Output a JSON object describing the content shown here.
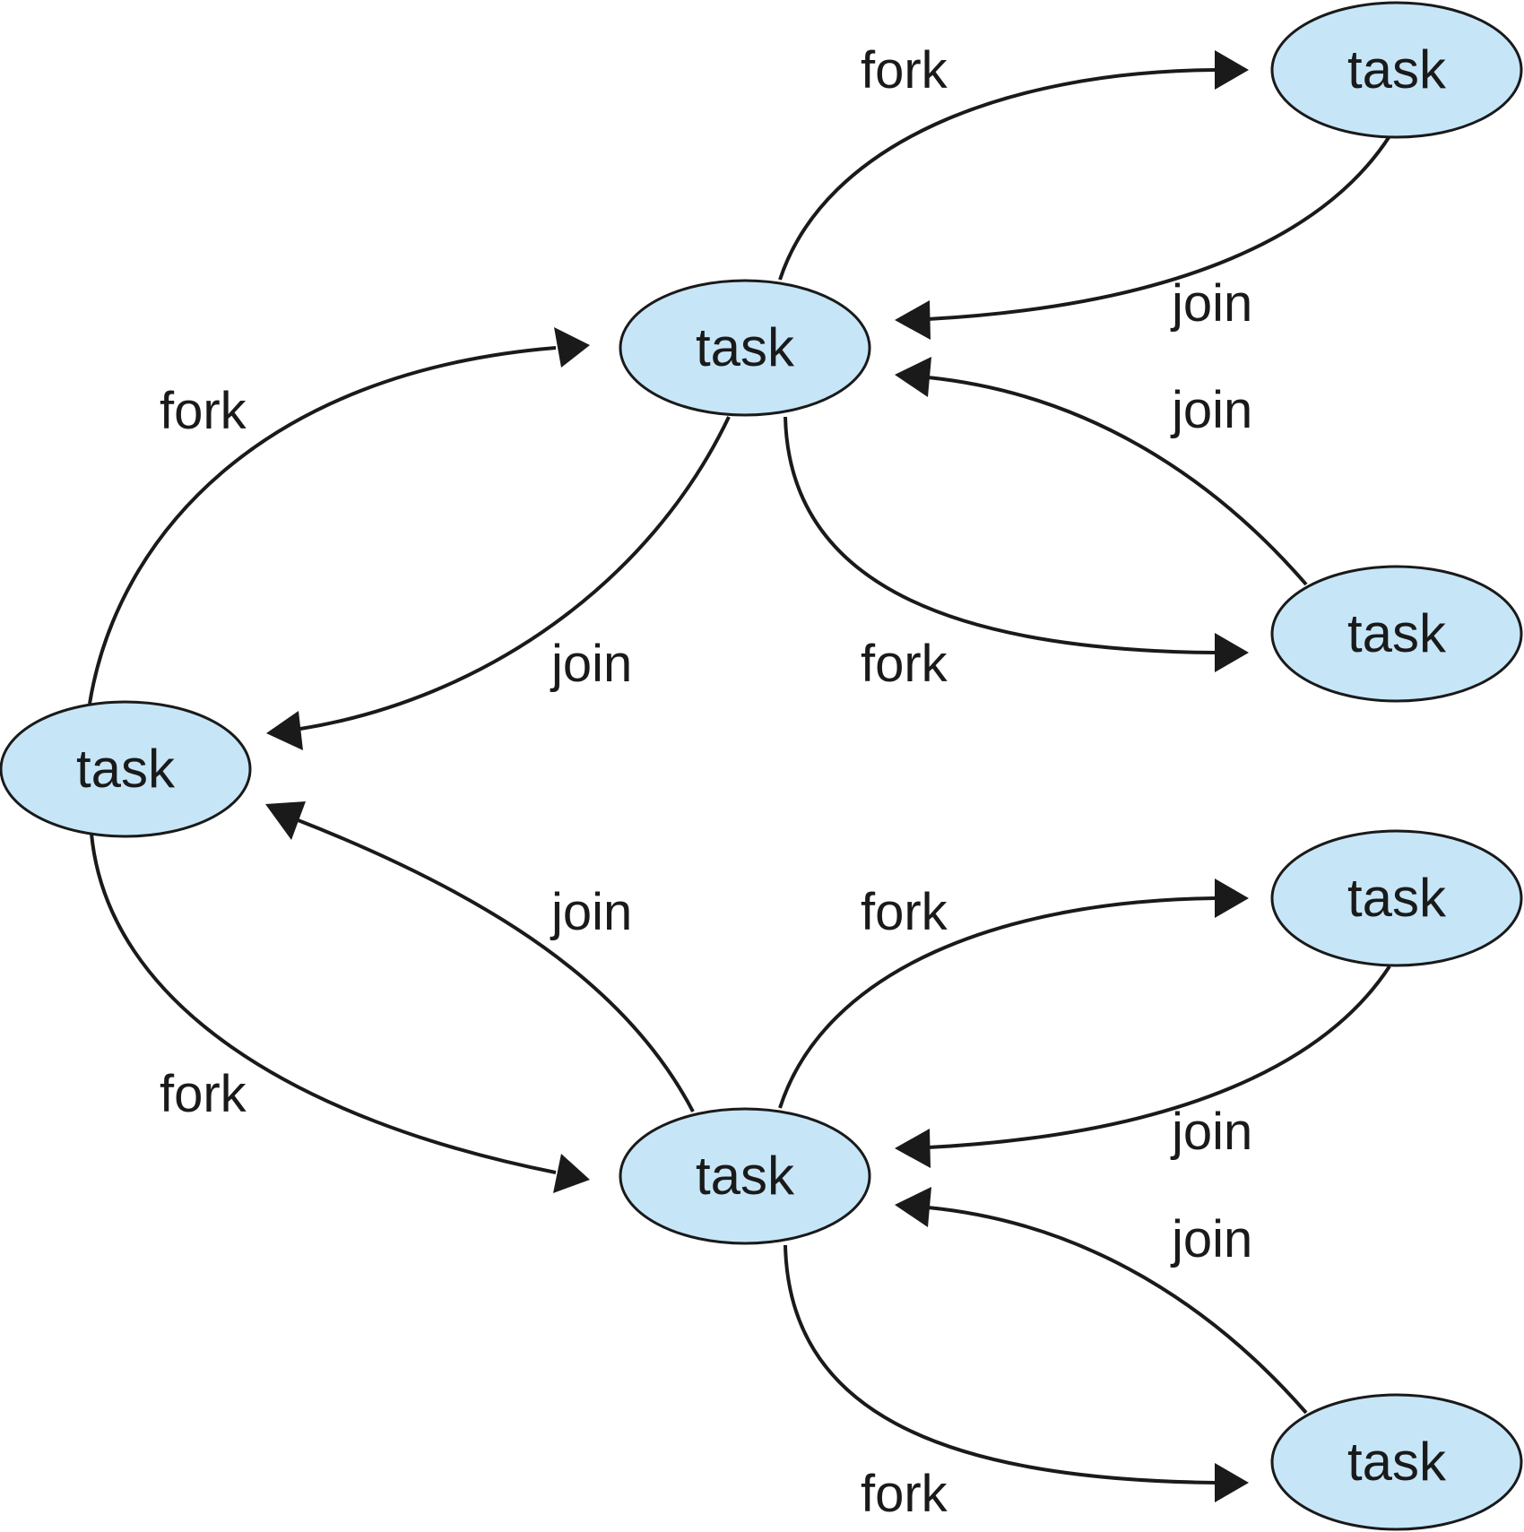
{
  "nodes": [
    {
      "id": "root",
      "label": "task"
    },
    {
      "id": "mid_top",
      "label": "task"
    },
    {
      "id": "mid_bottom",
      "label": "task"
    },
    {
      "id": "leaf_1",
      "label": "task"
    },
    {
      "id": "leaf_2",
      "label": "task"
    },
    {
      "id": "leaf_3",
      "label": "task"
    },
    {
      "id": "leaf_4",
      "label": "task"
    }
  ],
  "edges": [
    {
      "from": "root",
      "to": "mid_top",
      "label": "fork"
    },
    {
      "from": "mid_top",
      "to": "root",
      "label": "join"
    },
    {
      "from": "root",
      "to": "mid_bottom",
      "label": "fork"
    },
    {
      "from": "mid_bottom",
      "to": "root",
      "label": "join"
    },
    {
      "from": "mid_top",
      "to": "leaf_1",
      "label": "fork"
    },
    {
      "from": "leaf_1",
      "to": "mid_top",
      "label": "join"
    },
    {
      "from": "mid_top",
      "to": "leaf_2",
      "label": "fork"
    },
    {
      "from": "leaf_2",
      "to": "mid_top",
      "label": "join"
    },
    {
      "from": "mid_bottom",
      "to": "leaf_3",
      "label": "fork"
    },
    {
      "from": "leaf_3",
      "to": "mid_bottom",
      "label": "join"
    },
    {
      "from": "mid_bottom",
      "to": "leaf_4",
      "label": "fork"
    },
    {
      "from": "leaf_4",
      "to": "mid_bottom",
      "label": "join"
    }
  ],
  "colors": {
    "node_fill": "#c6e6f8",
    "stroke": "#1a1a1a"
  }
}
